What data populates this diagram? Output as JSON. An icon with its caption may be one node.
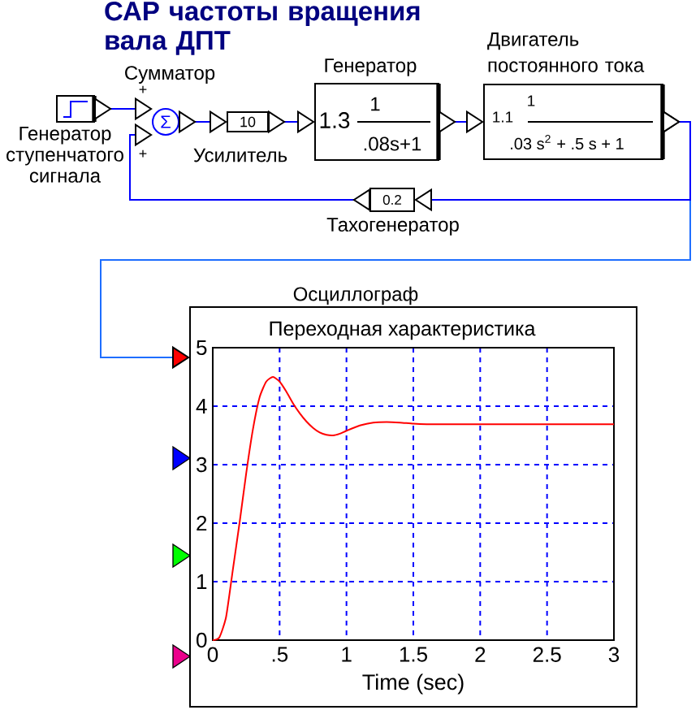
{
  "diagram": {
    "title": "САР частоты вращения вала ДПТ",
    "nodes": [
      {
        "text": [
          "Генератор ступенчатого сигнала"
        ]
      },
      {
        "text": [
          "Сумматор",
          "+",
          "+",
          "Σ"
        ]
      },
      {
        "text": [
          "10",
          "Усилитель"
        ]
      },
      {
        "text": [
          "Генератор",
          "1.3",
          "1",
          ".08s+1"
        ]
      },
      {
        "text": [
          "Двигатель постоянного тока",
          "1.1",
          "1",
          ".03 s$^{2}$ + .5 s + 1"
        ]
      },
      {
        "text": [
          "0.2",
          "Тахогенератор"
        ]
      },
      {
        "text": [
          "Осциллограф"
        ]
      }
    ],
    "edges": [
      {
        "from": 0,
        "to": 1,
        "arrow": "to"
      },
      {
        "from": 1,
        "to": 2,
        "arrow": "to"
      },
      {
        "from": 2,
        "to": 3,
        "arrow": "to"
      },
      {
        "from": 3,
        "to": 4,
        "arrow": "to"
      },
      {
        "from": 4,
        "to": 6,
        "arrow": "to",
        "color": "#1e6eff"
      },
      {
        "from": 4,
        "to": 5,
        "arrow": "to"
      },
      {
        "from": 5,
        "to": 1,
        "arrow": "to"
      }
    ],
    "chart_data": {
      "type": "line",
      "title": "Переходная характеристика",
      "xlabel": "Time (sec)",
      "x": [
        0,
        0.05,
        0.1,
        0.15,
        0.2,
        0.25,
        0.3,
        0.35,
        0.4,
        0.45,
        0.5,
        0.55,
        0.6,
        0.65,
        0.7,
        0.75,
        0.8,
        0.85,
        0.9,
        0.95,
        1,
        1.1,
        1.2,
        1.3,
        1.4,
        1.5,
        1.6,
        1.7,
        2,
        2.5,
        3
      ],
      "series": [
        {
          "color": "#ff0000",
          "values": [
            0,
            0.05,
            0.4,
            1.2,
            2.0,
            2.85,
            3.6,
            4.15,
            4.42,
            4.5,
            4.42,
            4.25,
            4.05,
            3.88,
            3.74,
            3.63,
            3.55,
            3.51,
            3.5,
            3.53,
            3.58,
            3.67,
            3.72,
            3.73,
            3.72,
            3.7,
            3.69,
            3.69,
            3.69,
            3.69,
            3.69
          ]
        }
      ],
      "xlim": [
        0,
        3
      ],
      "ylim": [
        0,
        5
      ],
      "xticks": [
        0,
        {
          "value": 0.5,
          "label": ".5"
        },
        1,
        1.5,
        2,
        2.5,
        3
      ],
      "yticks": [
        0,
        1,
        2,
        3,
        4,
        5
      ],
      "grid": true
    }
  }
}
